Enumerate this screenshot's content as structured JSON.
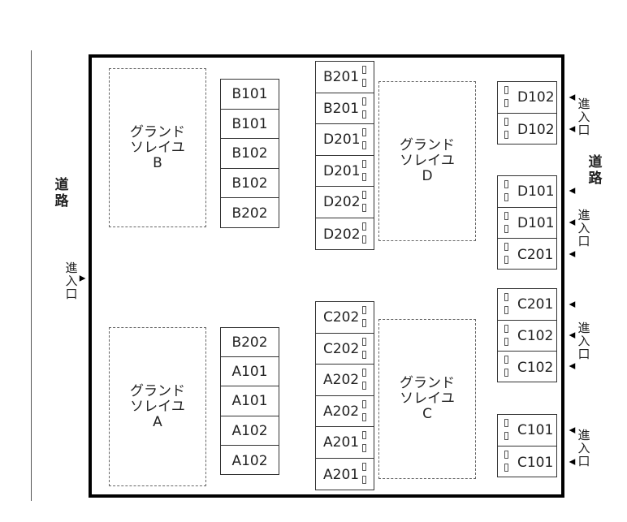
{
  "road_left": "道路",
  "road_right": "道路",
  "entrance_label": "進入口",
  "arrow_glyph": "▲",
  "buildings": {
    "B": {
      "lines": [
        "グランド",
        "ソレイユ",
        "B"
      ]
    },
    "D": {
      "lines": [
        "グランド",
        "ソレイユ",
        "D"
      ]
    },
    "A": {
      "lines": [
        "グランド",
        "ソレイユ",
        "A"
      ]
    },
    "C": {
      "lines": [
        "グランド",
        "ソレイユ",
        "C"
      ]
    }
  },
  "units": {
    "col1_top": [
      "B101",
      "B101",
      "B102",
      "B102",
      "B202"
    ],
    "col1_bottom": [
      "B202",
      "A101",
      "A101",
      "A102",
      "A102"
    ],
    "col2_top": [
      "B201",
      "B201",
      "D201",
      "D201",
      "D202",
      "D202"
    ],
    "col2_bottom": [
      "C202",
      "C202",
      "A202",
      "A202",
      "A201",
      "A201"
    ],
    "col3_g1": [
      "D102",
      "D102"
    ],
    "col3_g2": [
      "D101",
      "D101",
      "C201"
    ],
    "col3_g3": [
      "C201",
      "C102",
      "C102"
    ],
    "col3_g4": [
      "C101",
      "C101"
    ]
  }
}
